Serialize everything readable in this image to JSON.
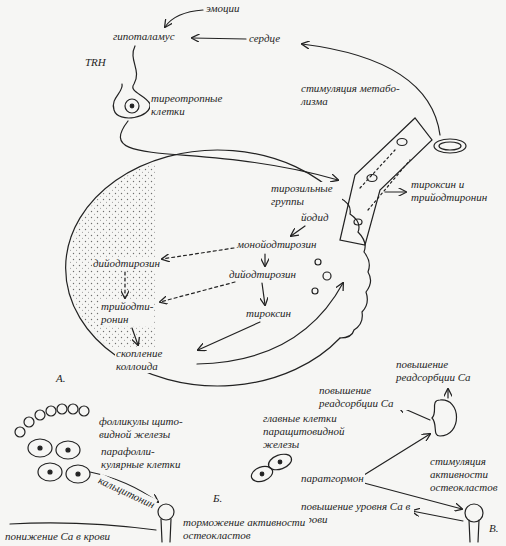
{
  "diagram": {
    "labels": [
      "эмоции",
      "гипоталамус",
      "сердце",
      "TRH",
      "стимуляция метабо- лизма",
      "тиреотропные клетки",
      "тирозильные группы",
      "йодид",
      "тироксин и трийодтиронин",
      "монойодтирозин",
      "дийодтирозин",
      "дийодтирозин",
      "трийодти- ронин",
      "тироксин",
      "скопление коллоида",
      "повышение реадсорбции Ca",
      "А.",
      "повышение реадсорбции Ca",
      "главные клетки паращитовидной железы",
      "фолликулы щито- видной железы",
      "парафолли- кулярные клетки",
      "паратгормон",
      "стимуляция активности остеокластов",
      "кальцитонин",
      "Б.",
      "В.",
      "повышение уровня Ca в крови",
      "понижение Ca в крови",
      "торможение активности остеокластов"
    ]
  }
}
